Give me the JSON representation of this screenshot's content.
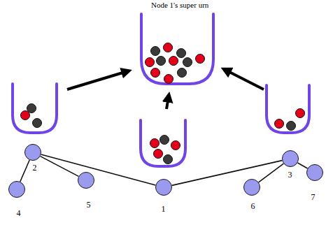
{
  "diagram": {
    "title": "Node 1's super urn",
    "nodes": [
      {
        "text": [
          "2"
        ]
      },
      {
        "text": [
          "3"
        ]
      },
      {
        "text": [
          "7"
        ]
      },
      {
        "text": [
          "5"
        ]
      },
      {
        "text": [
          "1"
        ]
      },
      {
        "text": [
          "6"
        ]
      },
      {
        "text": [
          "4"
        ]
      }
    ],
    "edges": [
      {
        "from": 0,
        "to": 6,
        "arrow": "none"
      },
      {
        "from": 0,
        "to": 3,
        "arrow": "none"
      },
      {
        "from": 0,
        "to": 4,
        "arrow": "none"
      },
      {
        "from": 4,
        "to": 1,
        "arrow": "none"
      },
      {
        "from": 1,
        "to": 5,
        "arrow": "none"
      },
      {
        "from": 1,
        "to": 2,
        "arrow": "none"
      }
    ]
  }
}
